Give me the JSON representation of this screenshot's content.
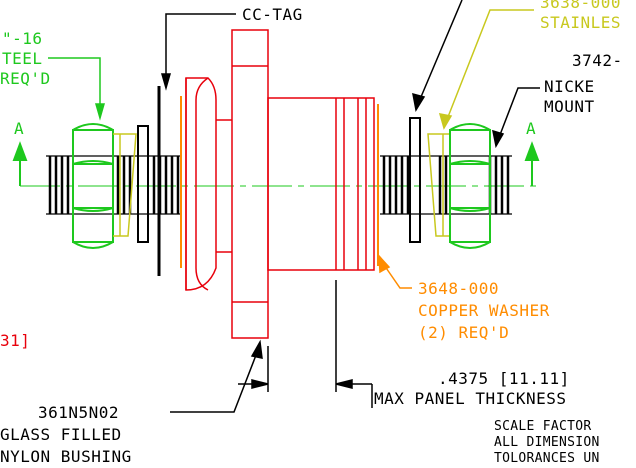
{
  "colors": {
    "background": "#ffffff",
    "black": "#000000",
    "red": "#e8000b",
    "green": "#1ec81e",
    "yellow": "#c8c81e",
    "orange": "#ff8c00"
  },
  "labels": {
    "cc_tag": "CC-TAG",
    "top_right_part": "3638-000",
    "top_right_material": "STAINLES",
    "left_thread": "\"-16",
    "left_steel": "TEEL",
    "left_reqd": "REQ'D",
    "section_left": "A",
    "section_right": "A",
    "right_part": "3742-",
    "right_nickel": "NICKE",
    "right_mount": "MOUNT",
    "bracket_ref": "31]",
    "washer_part": "3648-000",
    "washer_material": "COPPER WASHER",
    "washer_qty": "(2)  REQ'D",
    "bushing_part": "361N5N02",
    "bushing_line2": "GLASS FILLED",
    "bushing_line3": "NYLON BUSHING",
    "thickness_value": ".4375 [11.11]",
    "thickness_label": "MAX PANEL THICKNESS",
    "note_scale": "SCALE FACTOR",
    "note_dims": "ALL DIMENSION",
    "note_tol": "TOLORANCES UN"
  }
}
